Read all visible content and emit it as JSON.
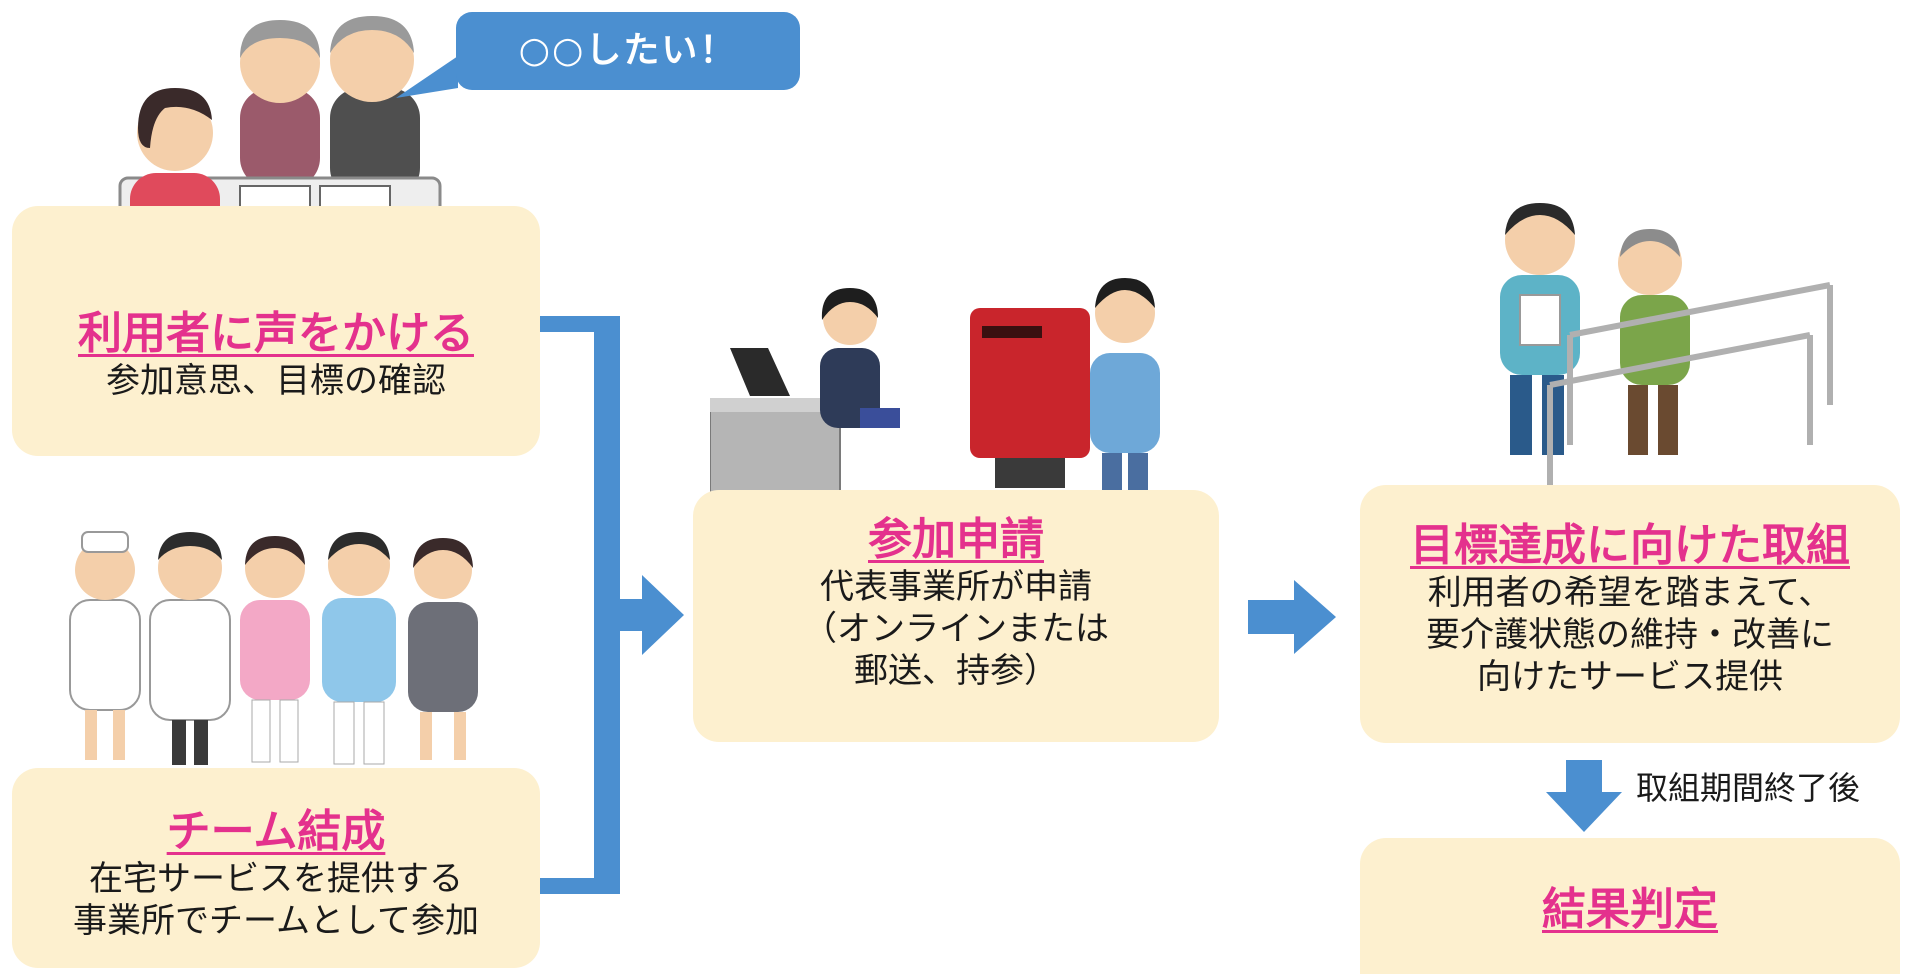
{
  "speech_bubble": {
    "text": "○○したい！"
  },
  "steps": {
    "call_out": {
      "title": "利用者に声をかける",
      "lines": [
        "参加意思、目標の確認"
      ]
    },
    "team": {
      "title": "チーム結成",
      "lines": [
        "在宅サービスを提供する",
        "事業所でチームとして参加"
      ]
    },
    "apply": {
      "title": "参加申請",
      "lines": [
        "代表事業所が申請",
        "（オンラインまたは",
        "郵送、持参）"
      ]
    },
    "effort": {
      "title": "目標達成に向けた取組",
      "lines": [
        "利用者の希望を踏まえて、",
        "要介護状態の維持・改善に",
        "向けたサービス提供"
      ]
    },
    "result": {
      "title": "結果判定"
    }
  },
  "arrow_labels": {
    "after_period": "取組期間終了後"
  },
  "colors": {
    "box_fill": "#fdf0cf",
    "title_pink": "#e4318d",
    "arrow_blue": "#4b8fd0"
  }
}
